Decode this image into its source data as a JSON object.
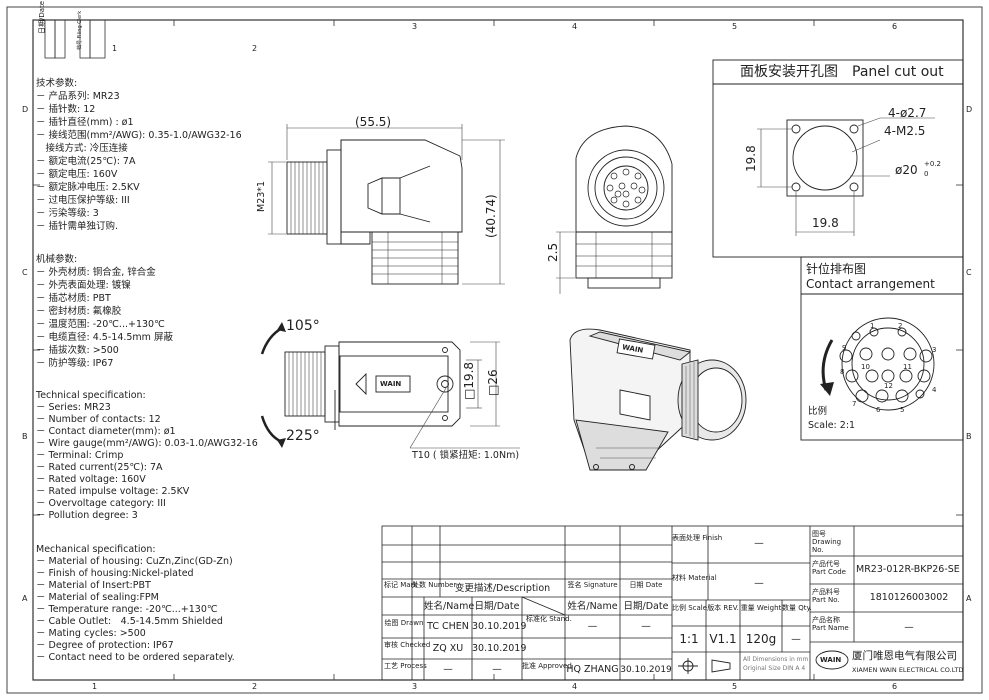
{
  "frame": {
    "top_numbers": [
      "1",
      "2",
      "3",
      "4",
      "5",
      "6"
    ],
    "bottom_numbers": [
      "1",
      "2",
      "3",
      "4",
      "5",
      "6"
    ],
    "side_letters": [
      "D",
      "C",
      "B",
      "A"
    ],
    "corner_label_date": "日期/Date",
    "corner_label_filing": "档号 Filing Clerk"
  },
  "specs_cn": {
    "header": "技术参数:",
    "lines": [
      "－ 产品系列: MR23",
      "－ 插针数: 12",
      "－ 插针直径(mm) : ø1",
      "－ 接线范围(mm²/AWG): 0.35-1.0/AWG32-16",
      "　接线方式: 冷压连接",
      "－ 额定电流(25℃): 7A",
      "－ 额定电压: 160V",
      "－ 额定脉冲电压: 2.5KV",
      "－ 过电压保护等级: III",
      "－ 污染等级: 3",
      "－ 插针需单独订购."
    ]
  },
  "mech_cn": {
    "header": "机械参数:",
    "lines": [
      "－ 外壳材质: 铜合金, 锌合金",
      "－ 外壳表面处理: 镀镍",
      "－ 插芯材质: PBT",
      "－ 密封材质: 氟橡胶",
      "－ 温度范围: -20℃...+130℃",
      "－ 电缆直径: 4.5-14.5mm 屏蔽",
      "－ 插拔次数: >500",
      "－ 防护等级: IP67"
    ]
  },
  "specs_en": {
    "header": "Technical specification:",
    "lines": [
      "－ Series: MR23",
      "－ Number of contacts: 12",
      "－ Contact diameter(mm): ø1",
      "－ Wire gauge(mm²/AWG): 0.03-1.0/AWG32-16",
      "－ Terminal: Crimp",
      "－ Rated current(25℃): 7A",
      "－ Rated voltage: 160V",
      "－ Rated impulse voltage: 2.5KV",
      "－ Overvoltage category: III",
      "－ Pollution degree: 3"
    ]
  },
  "mech_en": {
    "header": "Mechanical specification:",
    "lines": [
      "－ Material of housing: CuZn,Zinc(GD-Zn)",
      "－ Finish of housing:Nickel-plated",
      "－ Material of Insert:PBT",
      "－ Material of sealing:FPM",
      "－ Temperature range: -20℃...+130℃",
      "－ Cable Outlet:　4.5-14.5mm Shielded",
      "－ Mating cycles: >500",
      "－ Degree of protection: IP67",
      "－ Contact need to be ordered separately."
    ]
  },
  "drawing": {
    "dim_55_5": "(55.5)",
    "dim_m23": "M23*1",
    "dim_40_74": "(40.74)",
    "dim_2_5": "2.5",
    "angle_105": "105°",
    "angle_225": "225°",
    "dim_19_8_sq": "□19.8",
    "dim_26_sq": "□26",
    "torque_note": "T10 ( 锁紧扭矩: 1.0Nm)",
    "brand_mark": "WAIN",
    "contact_numbers": [
      "1",
      "2",
      "3",
      "4",
      "5",
      "6",
      "7",
      "8",
      "9",
      "10",
      "11",
      "12"
    ]
  },
  "panel_cutout": {
    "title": "面板安装开孔图　Panel cut out",
    "hole_note": "4-ø2.7",
    "thread_note": "4-M2.5",
    "dia_main": "ø20",
    "dia_tol_upper": "+0.2",
    "dia_tol_lower": "0",
    "dim_vertical": "19.8",
    "dim_horizontal": "19.8"
  },
  "contact_arrangement": {
    "title_cn": "针位排布图",
    "title_en": "Contact arrangement",
    "scale_cn": "比例",
    "scale_en": "Scale: 2:1"
  },
  "title_block": {
    "mark_label": "标记 Mark",
    "number_label": "处数 Number",
    "description_label": "变更描述/Description",
    "signature_label": "签名 Signature",
    "date_label": "日期 Date",
    "name_label": "姓名/Name",
    "date2_label": "日期/Date",
    "stand_label": "标准化 Stand.",
    "name3_label": "姓名/Name",
    "date3_label": "日期/Date",
    "drawn_label": "绘图 Drawn",
    "drawn_name": "TC CHEN",
    "drawn_date": "30.10.2019",
    "dash": "—",
    "checked_label": "审核 Checked",
    "checked_name": "ZQ XU",
    "checked_date": "30.10.2019",
    "process_label": "工艺 Process",
    "approved_label": "批准 Approved",
    "approved_name": "HQ ZHANG",
    "approved_date": "30.10.2019",
    "finish_label": "表面处理 Finish",
    "finish_value": "—",
    "material_label": "材料 Material",
    "material_value": "—",
    "scale_label": "比例 Scale",
    "scale_value": "1:1",
    "rev_label": "版本 REV.",
    "rev_value": "V1.1",
    "weight_label": "重量 Weight",
    "weight_value": "120g",
    "qty_label": "数量 Qty.",
    "qty_value": "—",
    "dim_note": "All Dimensions in mm Original Size DIN A 4",
    "drawing_no_label": "图号 Drawing No.",
    "drawing_no_value": "",
    "part_code_label": "产品代号 Part Code",
    "part_code_value": "MR23-012R-BKP26-SE",
    "part_no_label": "产品料号 Part No.",
    "part_no_value": "1810126003002",
    "part_name_label": "产品名称 Part Name",
    "part_name_value": "—",
    "company_cn": "厦门唯恩电气有限公司",
    "company_en": "XIAMEN WAIN ELECTRICAL CO.LTD",
    "logo_text": "WAIN"
  }
}
